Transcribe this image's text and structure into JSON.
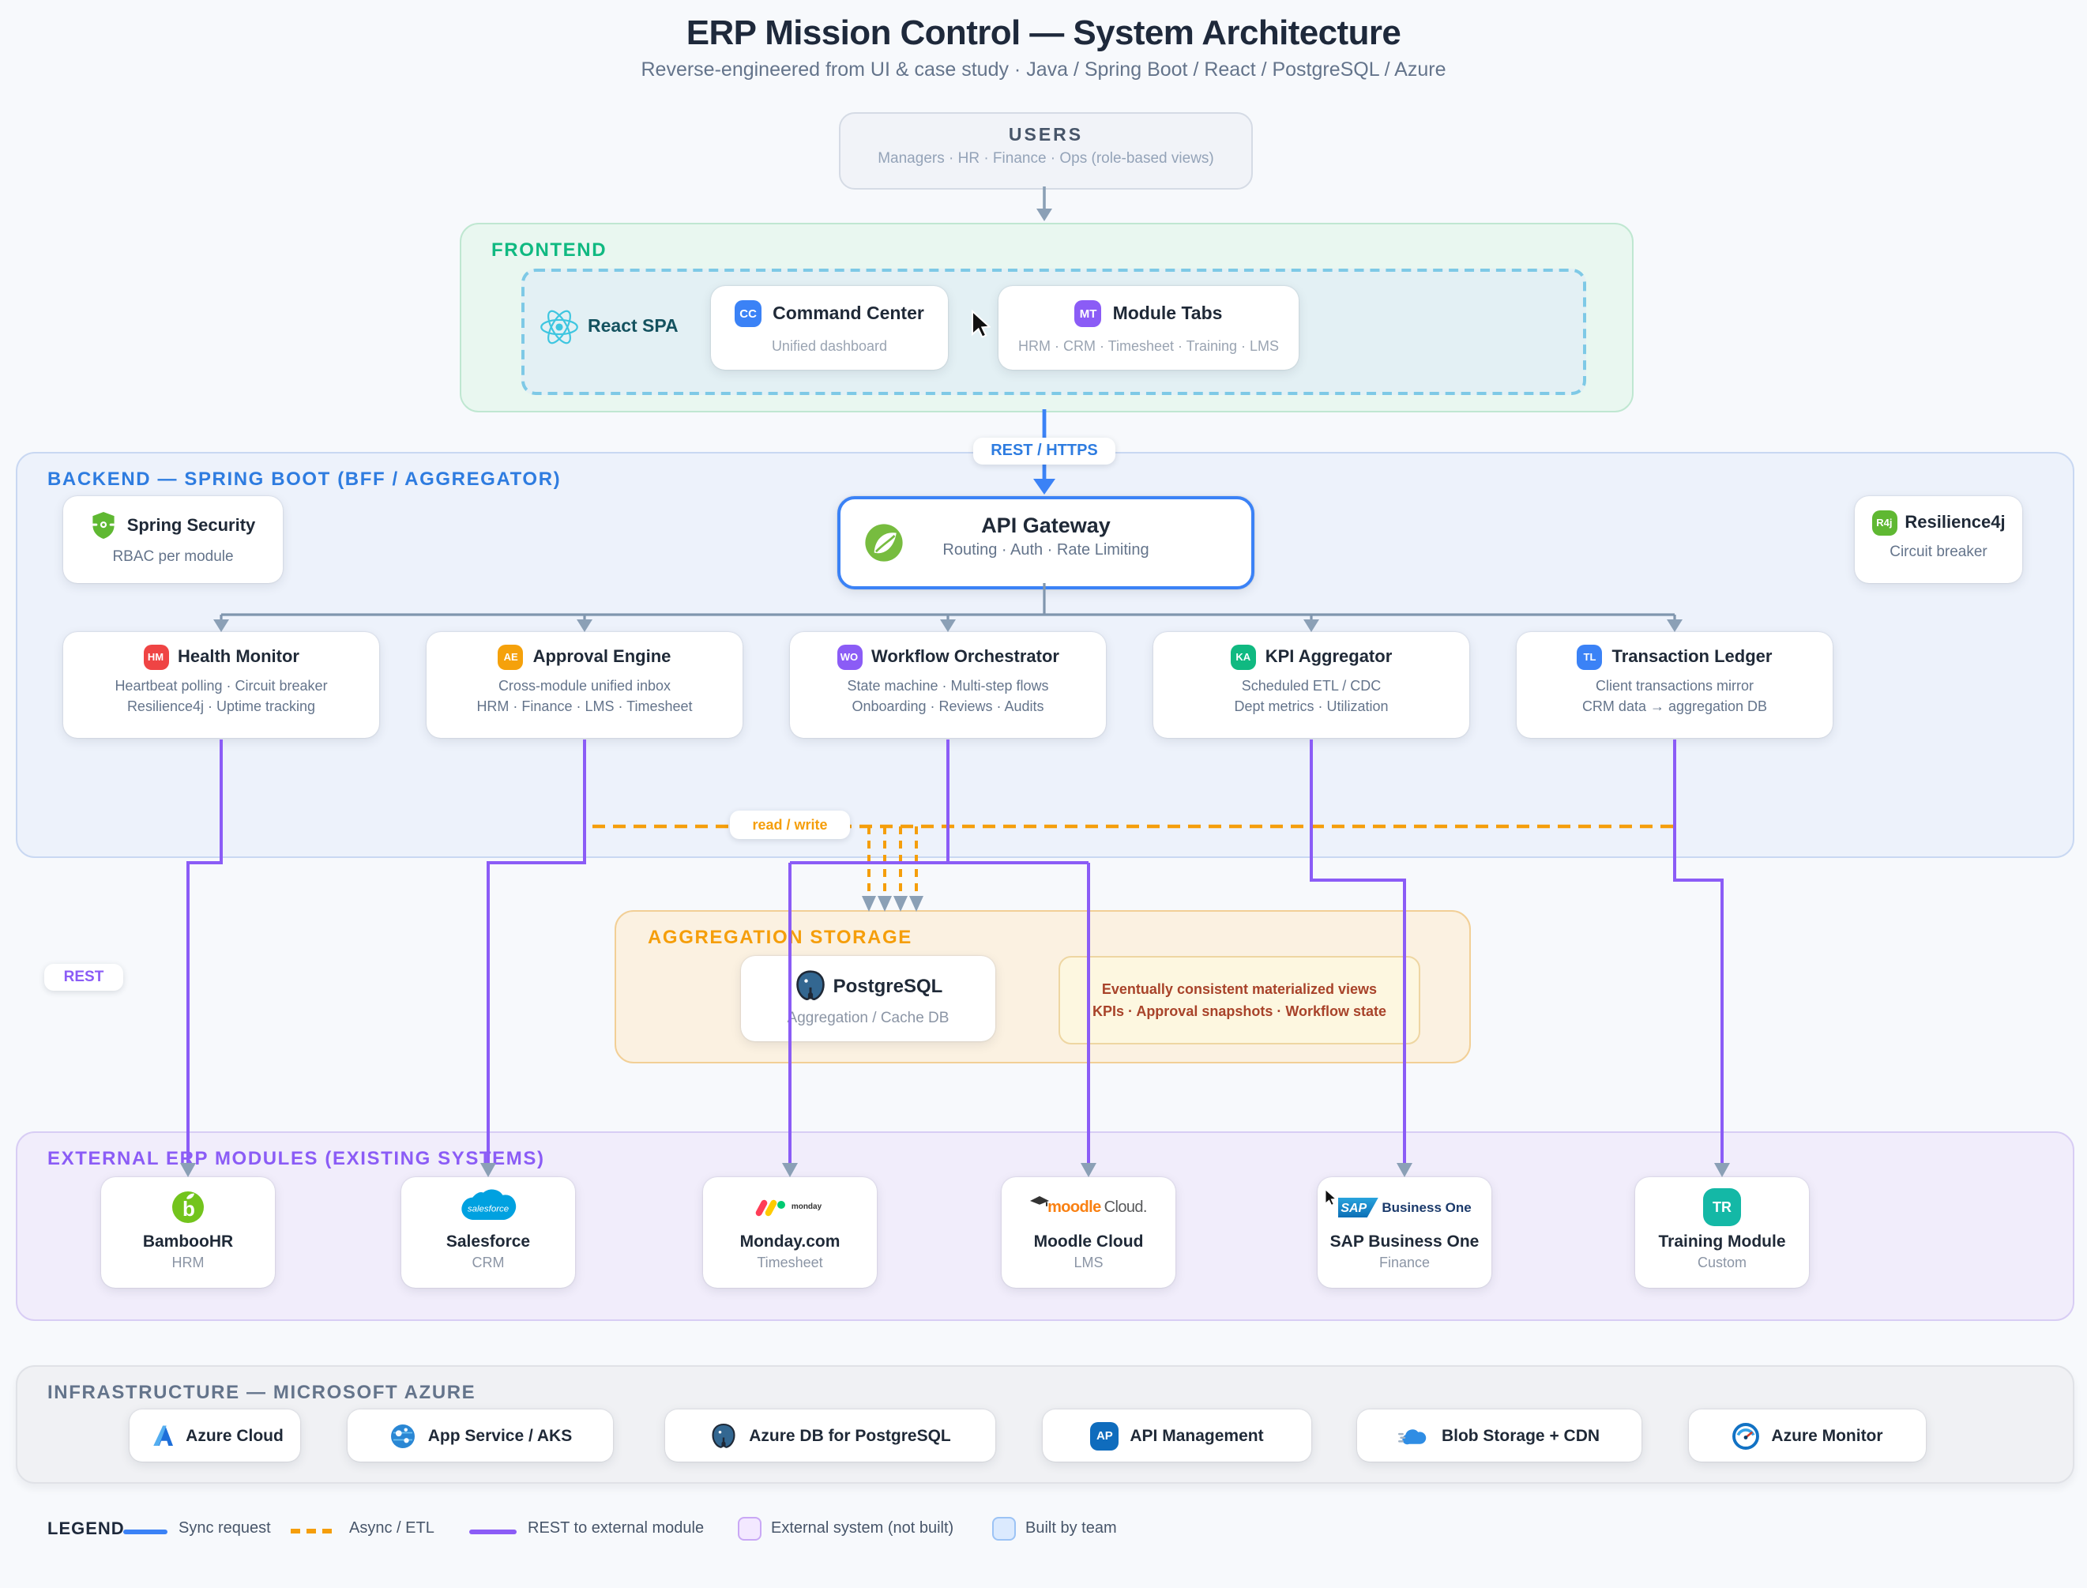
{
  "page": {
    "title": "ERP Mission Control — System Architecture",
    "subtitle": "Reverse-engineered from UI & case study · Java / Spring Boot / React / PostgreSQL / Azure"
  },
  "users": {
    "title": "USERS",
    "subtitle": "Managers · HR · Finance · Ops (role-based views)"
  },
  "connections": {
    "rest_https": "REST / HTTPS",
    "read_write": "read / write",
    "rest": "REST"
  },
  "frontend": {
    "label": "FRONTEND",
    "react_label": "React SPA",
    "command_center": {
      "abbr": "CC",
      "title": "Command Center",
      "subtitle": "Unified dashboard",
      "color": "#3b82f6"
    },
    "module_tabs": {
      "abbr": "MT",
      "title": "Module Tabs",
      "subtitle": "HRM · CRM · Timesheet · Training · LMS",
      "color": "#8b5cf6"
    }
  },
  "backend": {
    "label": "BACKEND — SPRING BOOT (BFF / AGGREGATOR)",
    "spring_security": {
      "title": "Spring Security",
      "subtitle": "RBAC per module"
    },
    "api_gateway": {
      "title": "API Gateway",
      "subtitle": "Routing · Auth · Rate Limiting"
    },
    "resilience4j": {
      "abbr": "R4j",
      "title": "Resilience4j",
      "subtitle": "Circuit breaker",
      "color": "#5fb832"
    },
    "services": [
      {
        "abbr": "HM",
        "title": "Health Monitor",
        "line1": "Heartbeat polling · Circuit breaker",
        "line2": "Resilience4j · Uptime tracking",
        "color": "#ef4444"
      },
      {
        "abbr": "AE",
        "title": "Approval Engine",
        "line1": "Cross-module unified inbox",
        "line2": "HRM · Finance · LMS · Timesheet",
        "color": "#f5a10b"
      },
      {
        "abbr": "WO",
        "title": "Workflow Orchestrator",
        "line1": "State machine · Multi-step flows",
        "line2": "Onboarding · Reviews · Audits",
        "color": "#8b5cf6"
      },
      {
        "abbr": "KA",
        "title": "KPI Aggregator",
        "line1": "Scheduled ETL / CDC",
        "line2": "Dept metrics · Utilization",
        "color": "#10b981"
      },
      {
        "abbr": "TL",
        "title": "Transaction Ledger",
        "line1": "Client transactions mirror",
        "line2": "CRM data → aggregation DB",
        "color": "#3b82f6"
      }
    ]
  },
  "aggregation": {
    "label": "AGGREGATION STORAGE",
    "postgres": {
      "title": "PostgreSQL",
      "subtitle": "Aggregation / Cache DB"
    },
    "note": {
      "line1": "Eventually consistent materialized views",
      "line2": "KPIs · Approval snapshots · Workflow state"
    }
  },
  "external": {
    "label": "EXTERNAL ERP MODULES (EXISTING SYSTEMS)",
    "modules": [
      {
        "name": "BambooHR",
        "subtitle": "HRM"
      },
      {
        "name": "Salesforce",
        "subtitle": "CRM",
        "logo_text": "salesforce"
      },
      {
        "name": "Monday.com",
        "subtitle": "Timesheet",
        "logo_text": "monday"
      },
      {
        "name": "Moodle Cloud",
        "subtitle": "LMS",
        "logo_moodle": "moodle",
        "logo_cloud": "Cloud."
      },
      {
        "name": "SAP Business One",
        "subtitle": "Finance",
        "logo_sap": "SAP",
        "logo_rest": "Business One"
      },
      {
        "name": "Training Module",
        "subtitle": "Custom",
        "abbr": "TR",
        "color": "#14b8a6"
      }
    ]
  },
  "infrastructure": {
    "label": "INFRASTRUCTURE — MICROSOFT AZURE",
    "items": [
      {
        "name": "Azure Cloud"
      },
      {
        "name": "App Service / AKS"
      },
      {
        "name": "Azure DB for PostgreSQL"
      },
      {
        "name": "API Management",
        "abbr": "AP",
        "color": "#0f6cbd"
      },
      {
        "name": "Blob Storage + CDN"
      },
      {
        "name": "Azure Monitor"
      }
    ]
  },
  "legend": {
    "label": "LEGEND",
    "sync": "Sync request",
    "async": "Async / ETL",
    "rest_external": "REST to external module",
    "external_box": "External system (not built)",
    "built_box": "Built by team"
  }
}
